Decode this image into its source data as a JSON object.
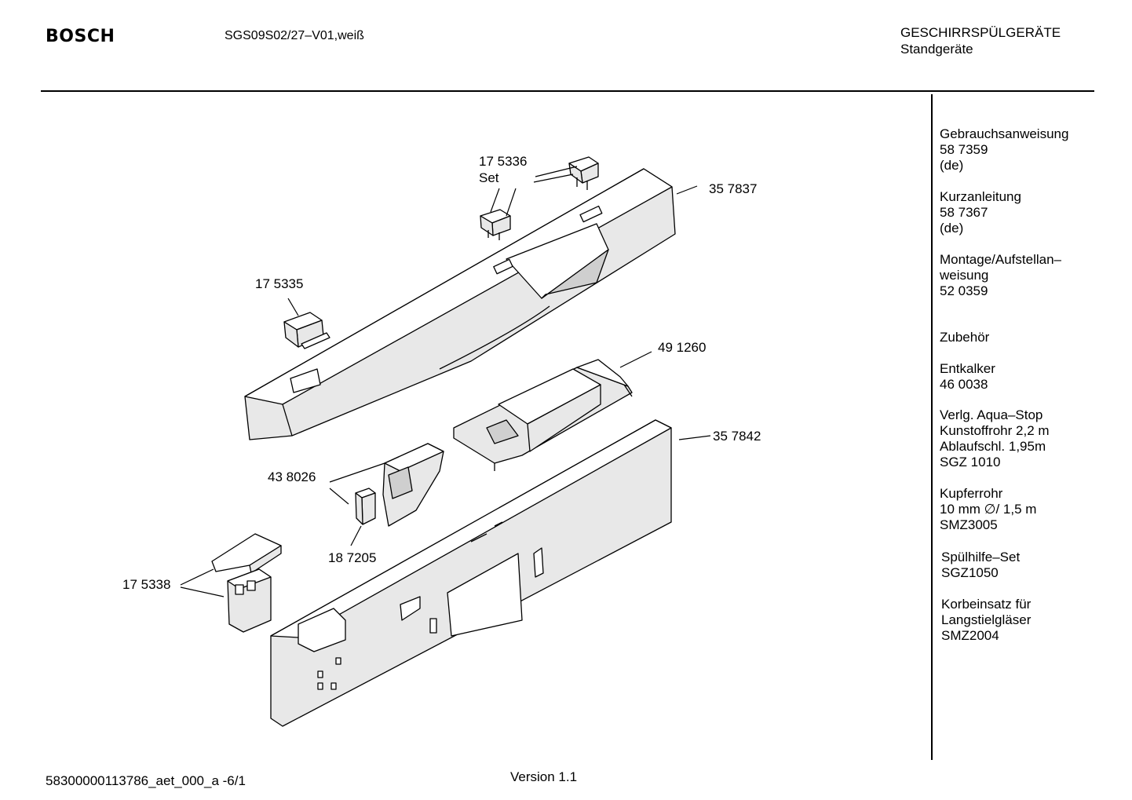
{
  "header": {
    "brand": "BOSCH",
    "model": "SGS09S02/27–V01,weiß",
    "category_line1": "GESCHIRRSPÜLGERÄTE",
    "category_line2": "Standgeräte"
  },
  "parts": [
    {
      "number": "17 5336",
      "note": "Set"
    },
    {
      "number": "35 7837"
    },
    {
      "number": "17 5335"
    },
    {
      "number": "49 1260"
    },
    {
      "number": "35 7842"
    },
    {
      "number": "43 8026"
    },
    {
      "number": "18 7205"
    },
    {
      "number": "17 5338"
    }
  ],
  "sidebar": [
    {
      "lines": [
        "Gebrauchsanweisung",
        "58 7359",
        "(de)"
      ]
    },
    {
      "lines": [
        "Kurzanleitung",
        "58 7367",
        "(de)"
      ]
    },
    {
      "lines": [
        "Montage/Aufstellan–",
        "weisung",
        "52 0359"
      ]
    },
    {
      "lines": [
        "Zubehör"
      ]
    },
    {
      "lines": [
        "Entkalker",
        "46 0038"
      ]
    },
    {
      "lines": [
        "Verlg. Aqua–Stop",
        "Kunstoffrohr 2,2 m",
        "Ablaufschl. 1,95m",
        "SGZ 1010"
      ]
    },
    {
      "lines": [
        "Kupferrohr",
        "10 mm ∅/ 1,5 m",
        "SMZ3005"
      ]
    },
    {
      "lines": [
        "Spülhilfe–Set",
        "SGZ1050"
      ]
    },
    {
      "lines": [
        "Korbeinsatz für",
        "Langstielgläser",
        "SMZ2004"
      ]
    }
  ],
  "footer": {
    "doc_id": "58300000113786_aet_000_a  -6/1",
    "version": "Version 1.1"
  }
}
